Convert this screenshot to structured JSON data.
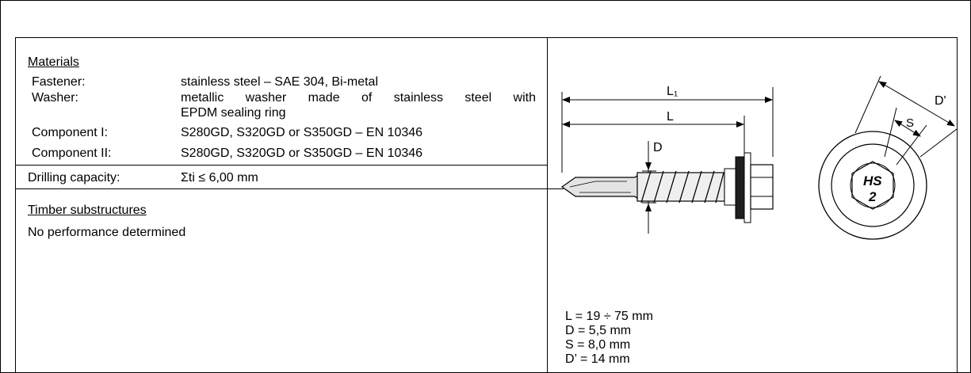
{
  "materials": {
    "heading": "Materials",
    "rows": [
      {
        "label": "Fastener:",
        "value": "stainless steel – SAE 304, Bi-metal"
      },
      {
        "label": "Washer:",
        "value_line1": "metallic washer made of stainless steel with",
        "value_line2": "EPDM sealing ring"
      },
      {
        "label": "Component I:",
        "value": "S280GD, S320GD or S350GD – EN 10346"
      },
      {
        "label": "Component II:",
        "value": "S280GD, S320GD or S350GD – EN 10346"
      }
    ]
  },
  "drilling": {
    "label": "Drilling capacity:",
    "value": "Σti ≤ 6,00 mm"
  },
  "timber": {
    "heading": "Timber substructures",
    "text": "No performance determined"
  },
  "drawing": {
    "dim_L1": "L₁",
    "dim_L": "L",
    "dim_D": "D",
    "dim_S": "S",
    "dim_Dprime": "D'",
    "head_mark_line1": "HS",
    "head_mark_line2": "2"
  },
  "specs": {
    "L": "L = 19 ÷ 75 mm",
    "D": "D = 5,5 mm",
    "S": "S = 8,0 mm",
    "Dprime": "D’ = 14 mm"
  }
}
